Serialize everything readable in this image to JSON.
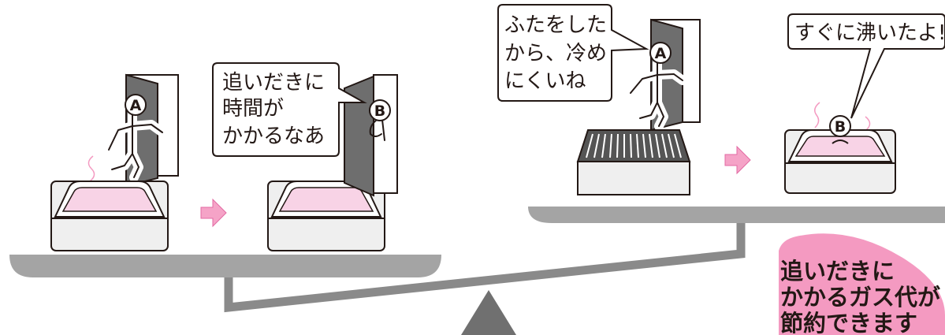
{
  "left_scene": {
    "figure_a_label": "A",
    "figure_b_label": "B",
    "speech_b": [
      "追いだきに",
      "時間が",
      "かかるなあ"
    ]
  },
  "right_scene": {
    "figure_a_label": "A",
    "figure_b_label": "B",
    "speech_a": [
      "ふたをした",
      "から、冷め",
      "にくいね"
    ],
    "speech_b": "すぐに沸いたよ!"
  },
  "callout": [
    "追いだきに",
    "かかるガス代が",
    "節約できます"
  ],
  "colors": {
    "water_pink": "#f8d3e6",
    "callout_pink": "#f49ac1",
    "arrow_pink": "#f5a3c7",
    "tub_fill": "#efefef",
    "outline": "#231815",
    "balance_gray": "#9e9e9e",
    "door_gray": "#6e6e6e"
  }
}
